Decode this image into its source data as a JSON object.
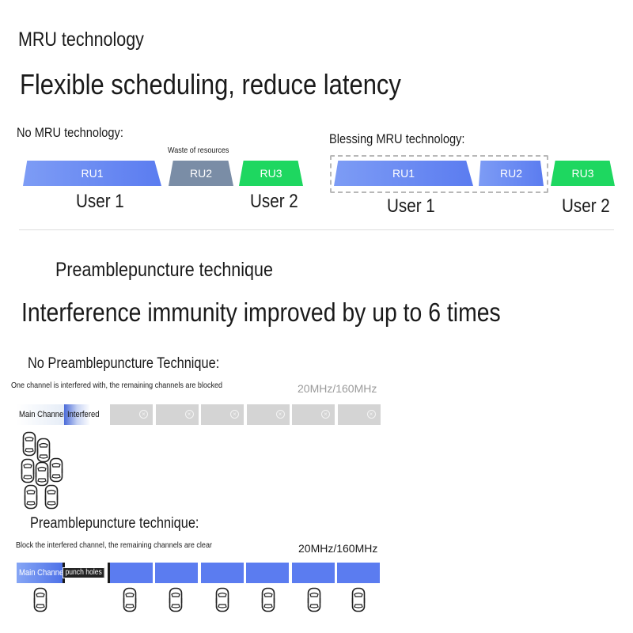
{
  "mru": {
    "label": "MRU technology",
    "headline": "Flexible scheduling, reduce latency",
    "without": {
      "title": "No MRU technology:",
      "waste_note": "Waste of resources",
      "ru1": "RU1",
      "ru2": "RU2",
      "ru3": "RU3",
      "user1": "User 1",
      "user2": "User 2"
    },
    "with": {
      "title": "Blessing MRU technology:",
      "ru1": "RU1",
      "ru2": "RU2",
      "ru3": "RU3",
      "user1": "User 1",
      "user2": "User 2"
    }
  },
  "preamble": {
    "label": "Preamblepuncture technique",
    "headline": "Interference immunity improved by up to 6 times",
    "without": {
      "title": "No Preamblepuncture Technique:",
      "note": "One channel is interfered with, the remaining channels are blocked",
      "bandwidth": "20MHz/160MHz",
      "main_channel": "Main Channel",
      "interfered": "Interfered",
      "blocked_channels": 6
    },
    "with": {
      "title": "Preamblepuncture technique:",
      "note": "Block the interfered channel, the remaining channels are clear",
      "bandwidth": "20MHz/160MHz",
      "main_channel": "Main Channel",
      "punch_label": "punch holes",
      "clear_channels": 6
    }
  },
  "colors": {
    "blue": "#5b7cf0",
    "gray": "#7a8da6",
    "green": "#1ed760",
    "blocked": "#d4d4d4"
  },
  "icons": [
    "car-icon",
    "blocked-circle-icon"
  ]
}
